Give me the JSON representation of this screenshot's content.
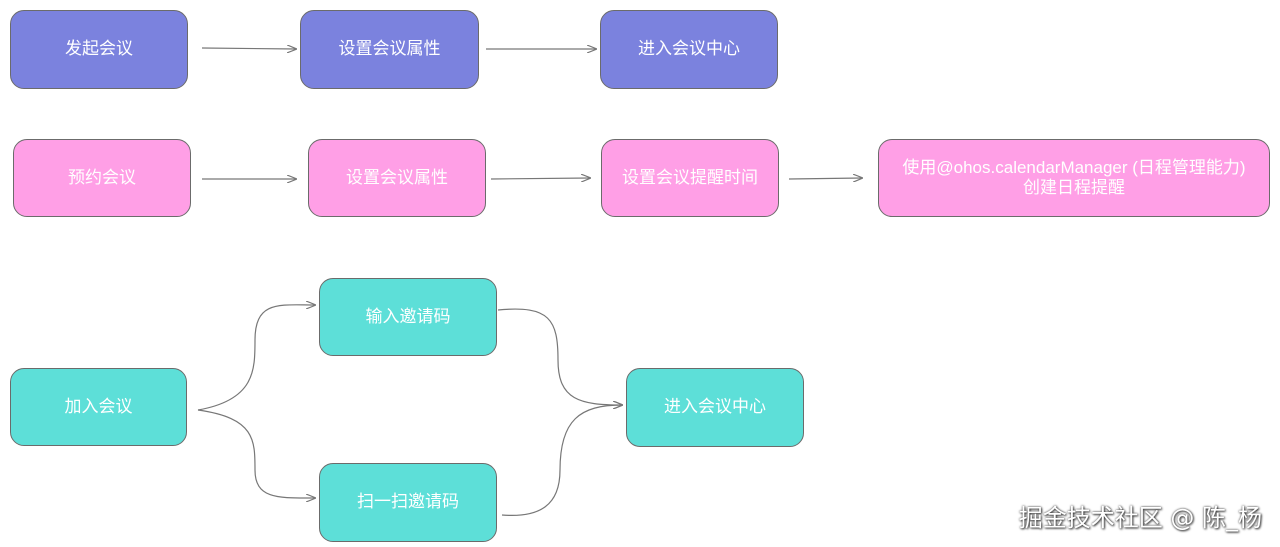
{
  "colors": {
    "purple": "#7b82de",
    "pink": "#ff9fe6",
    "teal": "#5ddfd8",
    "arrow": "#777777"
  },
  "row1": {
    "start": "发起会议",
    "set_attr": "设置会议属性",
    "enter_center": "进入会议中心"
  },
  "row2": {
    "schedule": "预约会议",
    "set_attr": "设置会议属性",
    "set_reminder": "设置会议提醒时间",
    "calendar_line1": "使用@ohos.calendarManager (日程管理能力)",
    "calendar_line2": "创建日程提醒"
  },
  "row3": {
    "join": "加入会议",
    "input_code": "输入邀请码",
    "scan_code": "扫一扫邀请码",
    "enter_center": "进入会议中心"
  },
  "watermark": "掘金技术社区 @ 陈_杨"
}
